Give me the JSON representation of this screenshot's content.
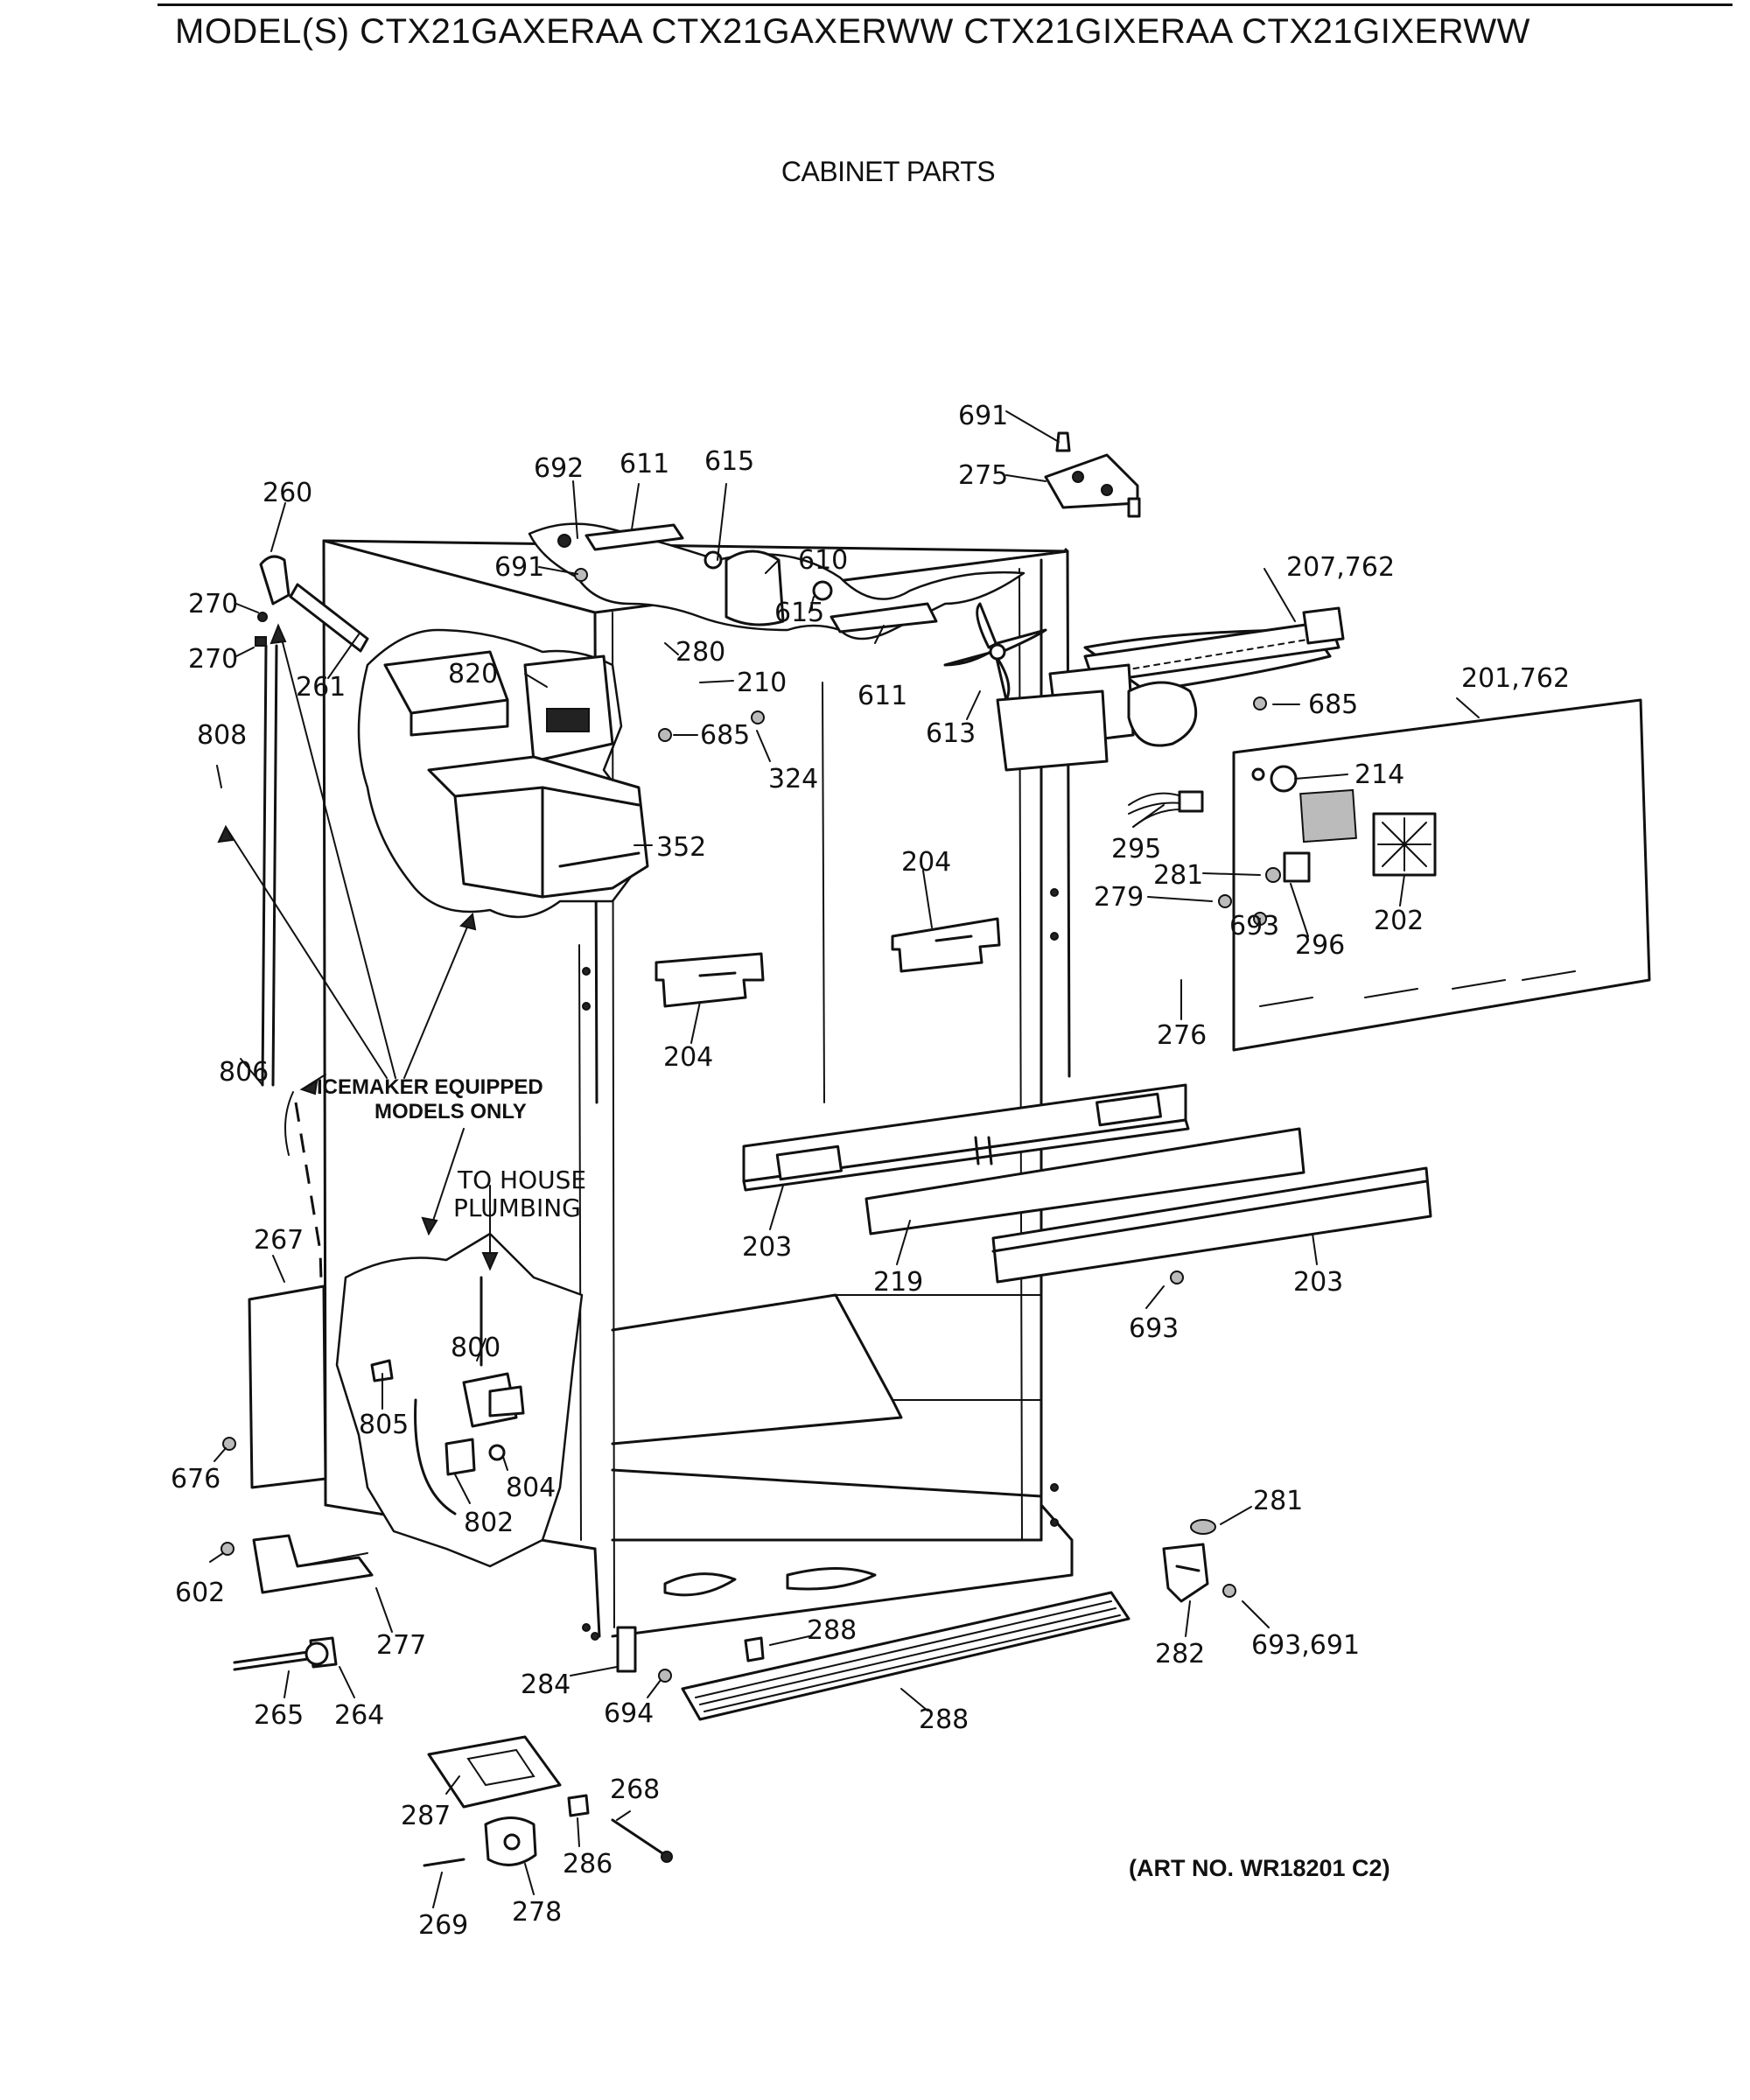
{
  "header": {
    "models_line": "MODEL(S) CTX21GAXERAA  CTX21GAXERWW  CTX21GIXERAA  CTX21GIXERWW",
    "section_title": "CABINET PARTS"
  },
  "footer": {
    "art_number": "(ART NO. WR18201 C2)"
  },
  "annotations": {
    "icemaker_line1": "ICEMAKER EQUIPPED",
    "icemaker_line2": "MODELS ONLY",
    "plumbing_line1": "TO HOUSE",
    "plumbing_line2": "PLUMBING"
  },
  "part_labels": [
    "691",
    "275",
    "692",
    "611",
    "615",
    "610",
    "691",
    "260",
    "270",
    "270",
    "261",
    "820",
    "280",
    "210",
    "615",
    "611",
    "207,762",
    "685",
    "201,762",
    "613",
    "685",
    "324",
    "214",
    "808",
    "352",
    "295",
    "281",
    "204",
    "279",
    "693",
    "296",
    "202",
    "204",
    "276",
    "806",
    "203",
    "219",
    "203",
    "693",
    "267",
    "800",
    "805",
    "804",
    "802",
    "676",
    "281",
    "602",
    "288",
    "277",
    "282",
    "693,691",
    "284",
    "694",
    "288",
    "265",
    "264",
    "268",
    "287",
    "286",
    "269",
    "278"
  ]
}
